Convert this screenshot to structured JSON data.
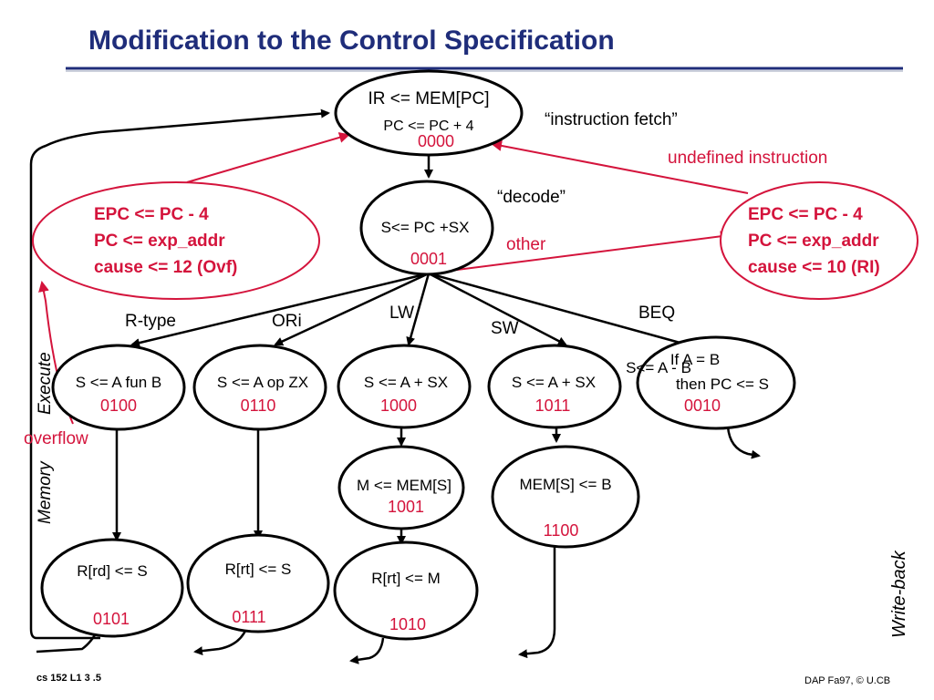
{
  "title": "Modification to the Control Specification",
  "colors": {
    "title": "#1f2d7a",
    "accent_red": "#d4143c",
    "ink": "#000000"
  },
  "states": {
    "fetch": {
      "line1": "IR <= MEM[PC]",
      "line2": "PC <= PC + 4",
      "code": "0000"
    },
    "decode": {
      "line1": "S<= PC +SX",
      "code": "0001"
    },
    "rtype_exec": {
      "line1": "S <= A fun B",
      "code": "0100"
    },
    "ori_exec": {
      "line1": "S <= A op ZX",
      "code": "0110"
    },
    "lw_exec": {
      "line1": "S <= A + SX",
      "code": "1000"
    },
    "sw_exec": {
      "line1": "S <= A + SX",
      "code": "1011"
    },
    "beq": {
      "line1": "If A = B",
      "line2": "then PC <= S",
      "overlay": "S<= A - B",
      "code": "0010"
    },
    "lw_mem": {
      "line1": "M <= MEM[S]",
      "code": "1001"
    },
    "sw_mem": {
      "line1": "MEM[S] <= B",
      "code": "1100"
    },
    "rtype_wb": {
      "line1": "R[rd] <= S",
      "code": "0101"
    },
    "ori_wb": {
      "line1": "R[rt] <= S",
      "code": "0111"
    },
    "lw_wb": {
      "line1": "R[rt] <= M",
      "code": "1010"
    }
  },
  "exceptions": {
    "overflow": {
      "line1": "EPC <= PC - 4",
      "line2": "PC <= exp_addr",
      "line3": "cause <= 12 (Ovf)"
    },
    "undefined": {
      "line1": "EPC <= PC - 4",
      "line2": "PC <= exp_addr",
      "line3": "cause <= 10 (RI)"
    }
  },
  "annotations": {
    "instruction_fetch": "“instruction fetch”",
    "decode": "“decode”",
    "undefined_instruction": "undefined instruction",
    "other": "other",
    "overflow": "overflow"
  },
  "edge_labels": {
    "rtype": "R-type",
    "ori": "ORi",
    "lw": "LW",
    "sw": "SW",
    "beq": "BEQ"
  },
  "phase_labels": {
    "execute": "Execute",
    "memory": "Memory",
    "writeback": "Write-back"
  },
  "footer": {
    "left": "cs 152  L1 3 .5",
    "right": "DAP Fa97, © U.CB"
  }
}
